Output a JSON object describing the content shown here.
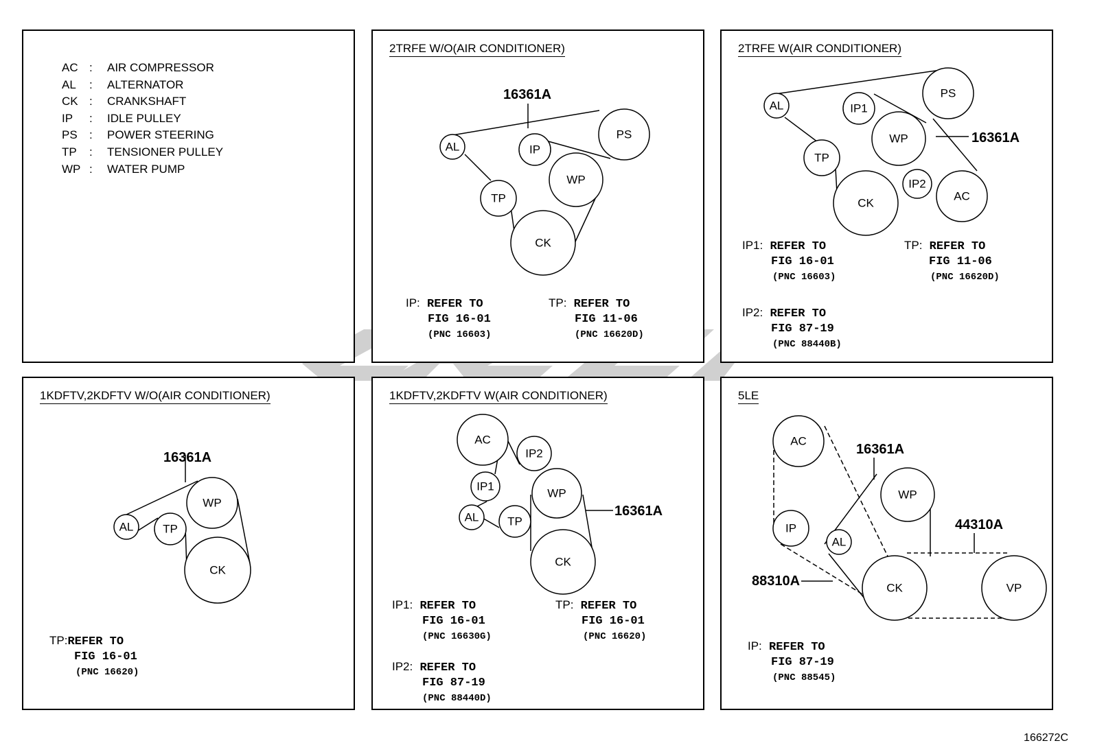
{
  "legend": [
    {
      "code": "AC",
      "colon": ":",
      "name": "AIR COMPRESSOR"
    },
    {
      "code": "AL",
      "colon": ":",
      "name": "ALTERNATOR"
    },
    {
      "code": "CK",
      "colon": ":",
      "name": "CRANKSHAFT"
    },
    {
      "code": "IP",
      "colon": ":",
      "name": "IDLE PULLEY"
    },
    {
      "code": "PS",
      "colon": ":",
      "name": "POWER STEERING"
    },
    {
      "code": "TP",
      "colon": ":",
      "name": "TENSIONER PULLEY"
    },
    {
      "code": "WP",
      "colon": ":",
      "name": "WATER PUMP"
    }
  ],
  "panel1": {
    "title": "2TRFE  W/O(AIR CONDITIONER)",
    "part": "16361A",
    "pulleys": {
      "al": "AL",
      "ip": "IP",
      "ps": "PS",
      "wp": "WP",
      "tp": "TP",
      "ck": "CK"
    },
    "refs": [
      {
        "prefix": "IP:",
        "line1": "REFER TO",
        "line2": "FIG 16-01",
        "pnc": "(PNC 16603)"
      },
      {
        "prefix": "TP:",
        "line1": "REFER TO",
        "line2": "FIG 11-06",
        "pnc": "(PNC 16620D)"
      }
    ]
  },
  "panel2": {
    "title": "2TRFE  W(AIR CONDITIONER)",
    "part": "16361A",
    "pulleys": {
      "al": "AL",
      "ip1": "IP1",
      "ps": "PS",
      "wp": "WP",
      "tp": "TP",
      "ck": "CK",
      "ip2": "IP2",
      "ac": "AC"
    },
    "refs": [
      {
        "prefix": "IP1:",
        "line1": "REFER TO",
        "line2": "FIG 16-01",
        "pnc": "(PNC 16603)"
      },
      {
        "prefix": "TP:",
        "line1": "REFER TO",
        "line2": "FIG 11-06",
        "pnc": "(PNC 16620D)"
      },
      {
        "prefix": "IP2:",
        "line1": "REFER TO",
        "line2": "FIG 87-19",
        "pnc": "(PNC 88440B)"
      }
    ]
  },
  "panel3": {
    "title": "1KDFTV,2KDFTV  W/O(AIR CONDITIONER)",
    "part": "16361A",
    "pulleys": {
      "al": "AL",
      "tp": "TP",
      "wp": "WP",
      "ck": "CK"
    },
    "refs": [
      {
        "prefix": "TP:",
        "line1": "REFER TO",
        "line2": "FIG 16-01",
        "pnc": "(PNC 16620)"
      }
    ]
  },
  "panel4": {
    "title": "1KDFTV,2KDFTV  W(AIR CONDITIONER)",
    "part": "16361A",
    "pulleys": {
      "ac": "AC",
      "ip2": "IP2",
      "ip1": "IP1",
      "wp": "WP",
      "al": "AL",
      "tp": "TP",
      "ck": "CK"
    },
    "refs": [
      {
        "prefix": "IP1:",
        "line1": "REFER TO",
        "line2": "FIG 16-01",
        "pnc": "(PNC 16630G)"
      },
      {
        "prefix": "TP:",
        "line1": "REFER TO",
        "line2": "FIG 16-01",
        "pnc": "(PNC 16620)"
      },
      {
        "prefix": "IP2:",
        "line1": "REFER TO",
        "line2": "FIG 87-19",
        "pnc": "(PNC 88440D)"
      }
    ]
  },
  "panel5": {
    "title": "5LE",
    "parts": {
      "belt_main": "16361A",
      "belt_vp": "44310A",
      "belt_ac": "88310A"
    },
    "pulleys": {
      "ac": "AC",
      "ip": "IP",
      "wp": "WP",
      "al": "AL",
      "ck": "CK",
      "vp": "VP"
    },
    "refs": [
      {
        "prefix": "IP:",
        "line1": "REFER TO",
        "line2": "FIG 87-19",
        "pnc": "(PNC 88545)"
      }
    ]
  },
  "doc_id": "166272C",
  "colors": {
    "line": "#000000",
    "watermark": "#c8c8c8",
    "background": "#ffffff"
  }
}
